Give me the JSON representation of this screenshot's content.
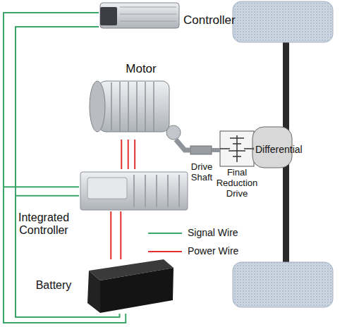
{
  "diagram": {
    "nodes": [
      {
        "text": [
          "Controller"
        ]
      },
      {
        "text": [
          "Motor"
        ]
      },
      {
        "text": [
          "Integrated Controller"
        ]
      },
      {
        "text": [
          "Battery"
        ]
      },
      {
        "text": [
          "Drive Shaft"
        ]
      },
      {
        "text": [
          "Final Reduction Drive"
        ]
      },
      {
        "text": [
          "Differential"
        ]
      }
    ],
    "edges": [
      {
        "from": 0,
        "to": 2,
        "arrow": "none"
      },
      {
        "from": 0,
        "to": 3,
        "arrow": "none"
      },
      {
        "from": 1,
        "to": 2,
        "arrow": "none"
      },
      {
        "from": 2,
        "to": 3,
        "arrow": "none"
      },
      {
        "from": 1,
        "to": 4,
        "arrow": "none"
      },
      {
        "from": 4,
        "to": 5,
        "arrow": "none"
      },
      {
        "from": 5,
        "to": 6,
        "arrow": "none"
      }
    ],
    "legend": [
      {
        "text": "Signal Wire"
      },
      {
        "text": "Power Wire"
      }
    ]
  }
}
